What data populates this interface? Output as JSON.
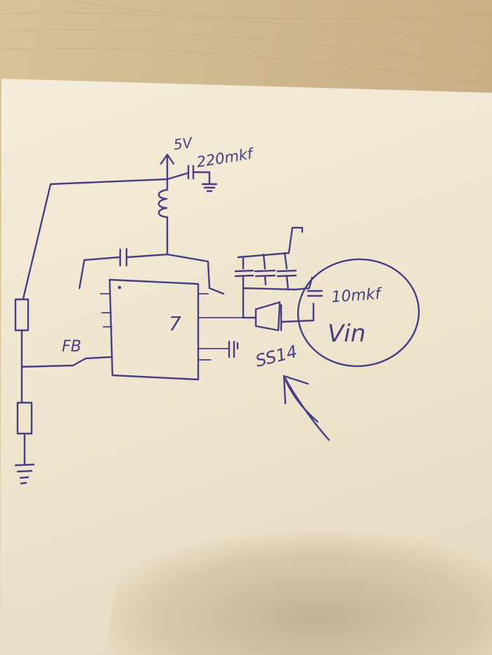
{
  "labels": {
    "supply_voltage": "5V",
    "output_capacitor": "220mkf",
    "pin_number": "7",
    "feedback": "FB",
    "input_capacitor": "10mkf",
    "input_voltage": "Vin",
    "diode": "SS14"
  },
  "colors": {
    "ink": "#463f86",
    "paper": "#f3ead6",
    "table": "#d9c7a6"
  }
}
